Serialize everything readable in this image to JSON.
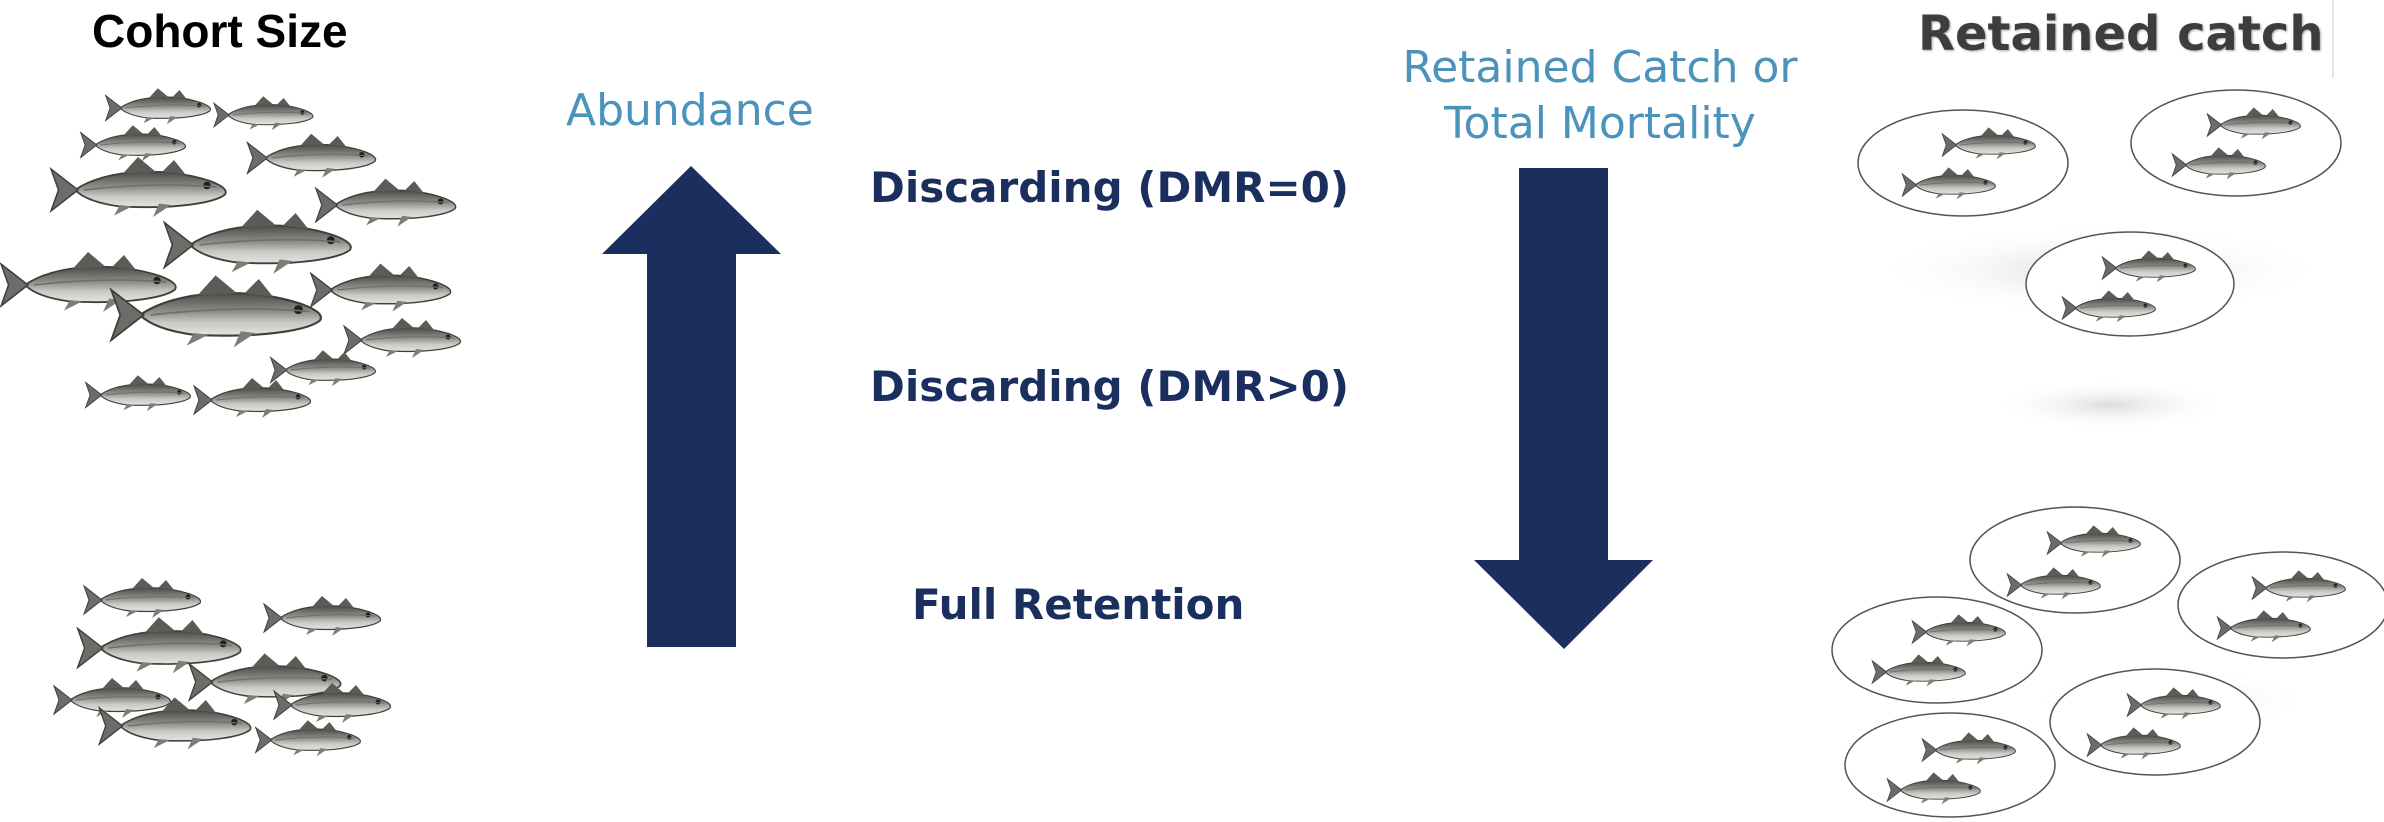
{
  "labels": {
    "cohort_size": "Cohort Size",
    "retained_catch": "Retained catch",
    "abundance": "Abundance",
    "retained_catch_or_total_mortality_line1": "Retained Catch or",
    "retained_catch_or_total_mortality_line2": "Total Mortality",
    "discarding_dmr0": "Discarding (DMR=0)",
    "discarding_dmr_gt0": "Discarding (DMR>0)",
    "full_retention": "Full Retention"
  },
  "colors": {
    "arrow": "#1a2f5d",
    "blue_text": "#4b93bb",
    "dark_text": "#1a2f5d",
    "fish_dark": "#4a4c48",
    "fish_light": "#c9cbc5"
  },
  "icons": [
    "fish-school-icon",
    "up-arrow-icon",
    "down-arrow-icon",
    "catch-oval-icon"
  ]
}
